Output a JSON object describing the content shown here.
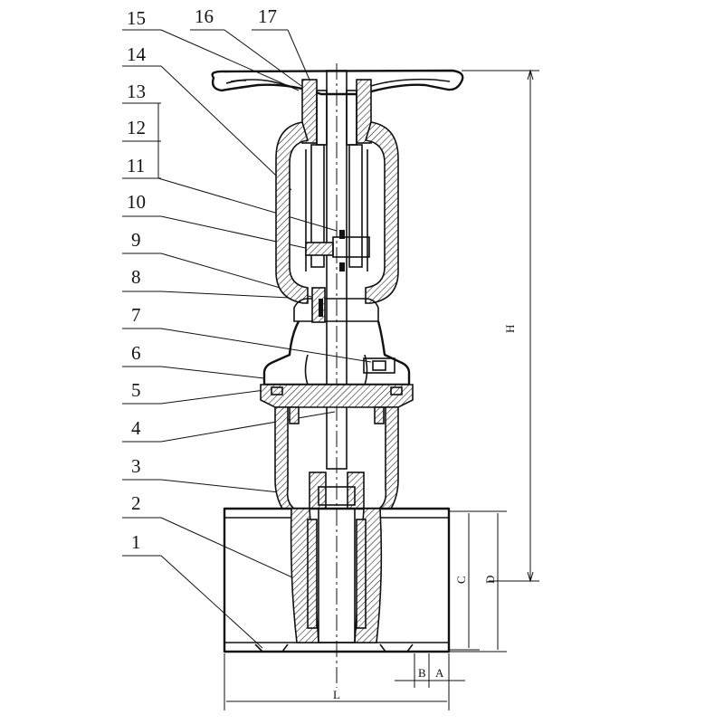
{
  "part_numbers": [
    "15",
    "14",
    "13",
    "12",
    "11",
    "10",
    "9",
    "8",
    "7",
    "6",
    "5",
    "4",
    "3",
    "2",
    "1"
  ],
  "top_numbers": [
    "16",
    "17"
  ],
  "dimensions": {
    "H": "H",
    "C": "C",
    "D": "D",
    "L": "L",
    "A": "A",
    "B": "B"
  }
}
